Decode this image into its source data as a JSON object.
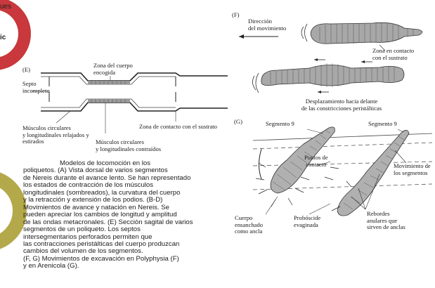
{
  "sidebar": {
    "chip_top_line1": "ues",
    "chip_top_line2": "ic"
  },
  "figure_e": {
    "tag": "(E)",
    "septo": [
      "Septo",
      "incompleto"
    ],
    "zona_encogida": [
      "Zona del cuerpo",
      "encogida"
    ],
    "relajados": [
      "Músculos circulares",
      "y longitudinales relajados y",
      "estirados"
    ],
    "contraidos": [
      "Músculos circulares",
      "y longitudinales contraídos"
    ],
    "contacto": "Zona de contacto con el sustrato"
  },
  "figure_f": {
    "tag": "(F)",
    "direccion": [
      "Dirección",
      "del movimiento"
    ],
    "zona_contacto": [
      "Zona en contacto",
      "con el sustrato"
    ],
    "desplazamiento": [
      "Desplazamiento hacia delante",
      "de las constricciones peristálticas"
    ]
  },
  "figure_g": {
    "tag": "(G)",
    "segmento_a": "Segmento 9",
    "segmento_b": "Segmento 9",
    "puntos": [
      "Puntos de",
      "contacto"
    ],
    "movimiento": [
      "Movimiento de",
      "los segmentos"
    ],
    "cuerpo": [
      "Cuerpo",
      "ensanchado",
      "como ancla"
    ],
    "proboscide": [
      "Probóscide",
      "evaginada"
    ],
    "rebordes": [
      "Rebordes",
      "anulares que",
      "sirven de anclas"
    ]
  },
  "caption": {
    "lines": [
      "Modelos de locomoción en los",
      "poliquetos. (A) Vista dorsal de varios segmentos",
      "de Nereis durante el avance lento. Se han representado",
      "los estados de contracción de los músculos",
      "longitudinales (sombreados), la curvatura del cuerpo",
      "y la retracción y extensión de los podios. (B-D)",
      "Movimientos de avance y natación en Nereis. Se",
      "pueden apreciar los cambios de longitud y amplitud",
      "de las ondas metacronales. (E) Sección sagital de varios",
      "segmentos de un poliqueto. Los septos",
      "intersegmentarios perforados permiten que",
      "las contracciones peristálticas del cuerpo produzcan",
      "cambios del volumen de los segmentos.",
      "(F, G) Movimientos de excavación en Polyphysia (F)",
      "y en Arenicola (G)."
    ]
  },
  "colors": {
    "red_circle": "#c8383c",
    "olive_circle": "#b3a94a",
    "worm_fill": "#a8a8a8",
    "shaded": "#9a9a9a"
  }
}
